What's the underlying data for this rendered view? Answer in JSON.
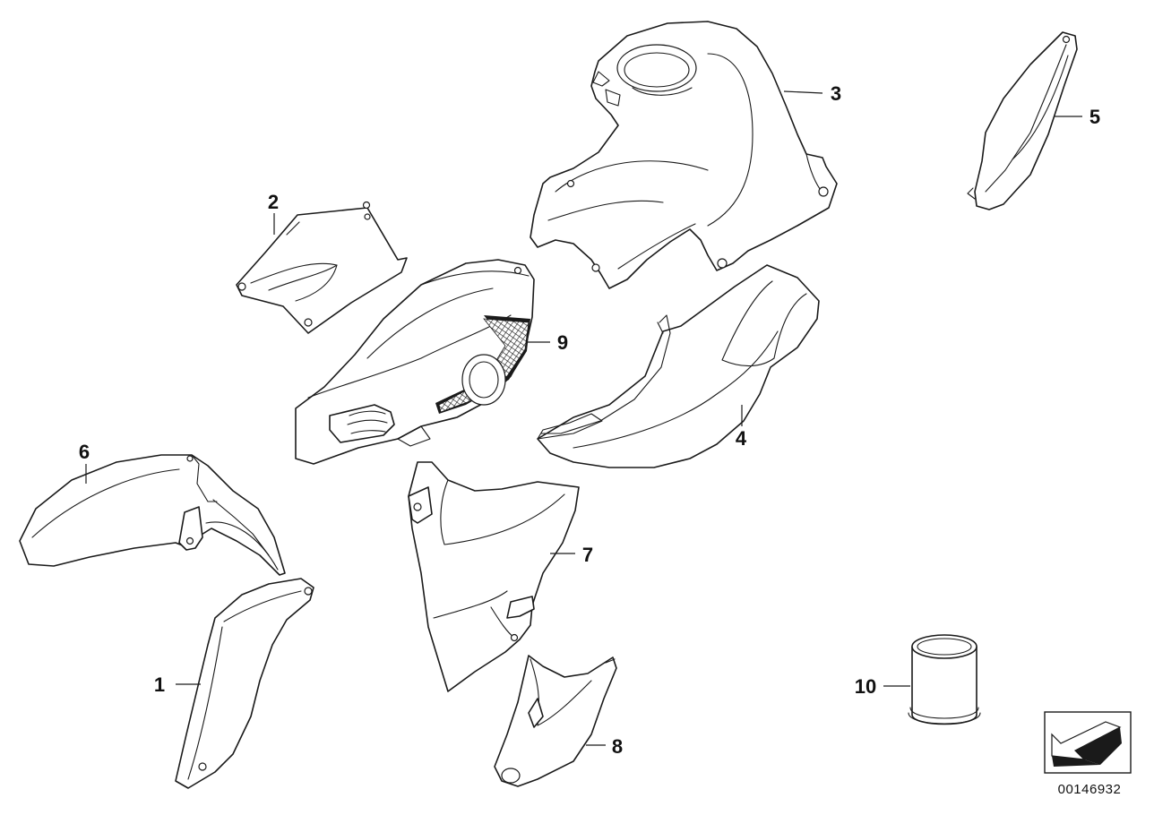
{
  "diagram": {
    "callouts": [
      {
        "id": "1",
        "label": "1"
      },
      {
        "id": "2",
        "label": "2"
      },
      {
        "id": "3",
        "label": "3"
      },
      {
        "id": "4",
        "label": "4"
      },
      {
        "id": "5",
        "label": "5"
      },
      {
        "id": "6",
        "label": "6"
      },
      {
        "id": "7",
        "label": "7"
      },
      {
        "id": "8",
        "label": "8"
      },
      {
        "id": "9",
        "label": "9"
      },
      {
        "id": "10",
        "label": "10"
      }
    ],
    "reference_number": "00146932",
    "colors": {
      "line": "#1a1a1a",
      "background": "#ffffff"
    }
  }
}
